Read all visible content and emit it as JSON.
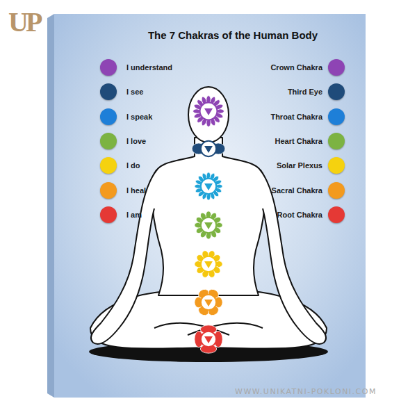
{
  "diagram": {
    "title": "The 7 Chakras of the Human Body",
    "labels": [
      "UP",
      "WWW.UNIKATNI-POKLONI.COM"
    ],
    "legend": [
      {
        "text": "I understand",
        "color": "#8e44b4"
      },
      {
        "text": "Crown Chakra",
        "color": "#8e44b4"
      },
      {
        "text": "I see",
        "color": "#1f4b7a"
      },
      {
        "text": "Third Eye",
        "color": "#1f4b7a"
      },
      {
        "text": "I speak",
        "color": "#1e7fd8"
      },
      {
        "text": "Throat Chakra",
        "color": "#1e7fd8"
      },
      {
        "text": "I love",
        "color": "#7cb342"
      },
      {
        "text": "Heart Chakra",
        "color": "#7cb342"
      },
      {
        "text": "I do",
        "color": "#f5d20f"
      },
      {
        "text": "Solar Plexus",
        "color": "#f5d20f"
      },
      {
        "text": "I heal",
        "color": "#f39a1e"
      },
      {
        "text": "Sacral Chakra",
        "color": "#f39a1e"
      },
      {
        "text": "I am",
        "color": "#e53935"
      },
      {
        "text": "Root Chakra",
        "color": "#e53935"
      }
    ]
  }
}
